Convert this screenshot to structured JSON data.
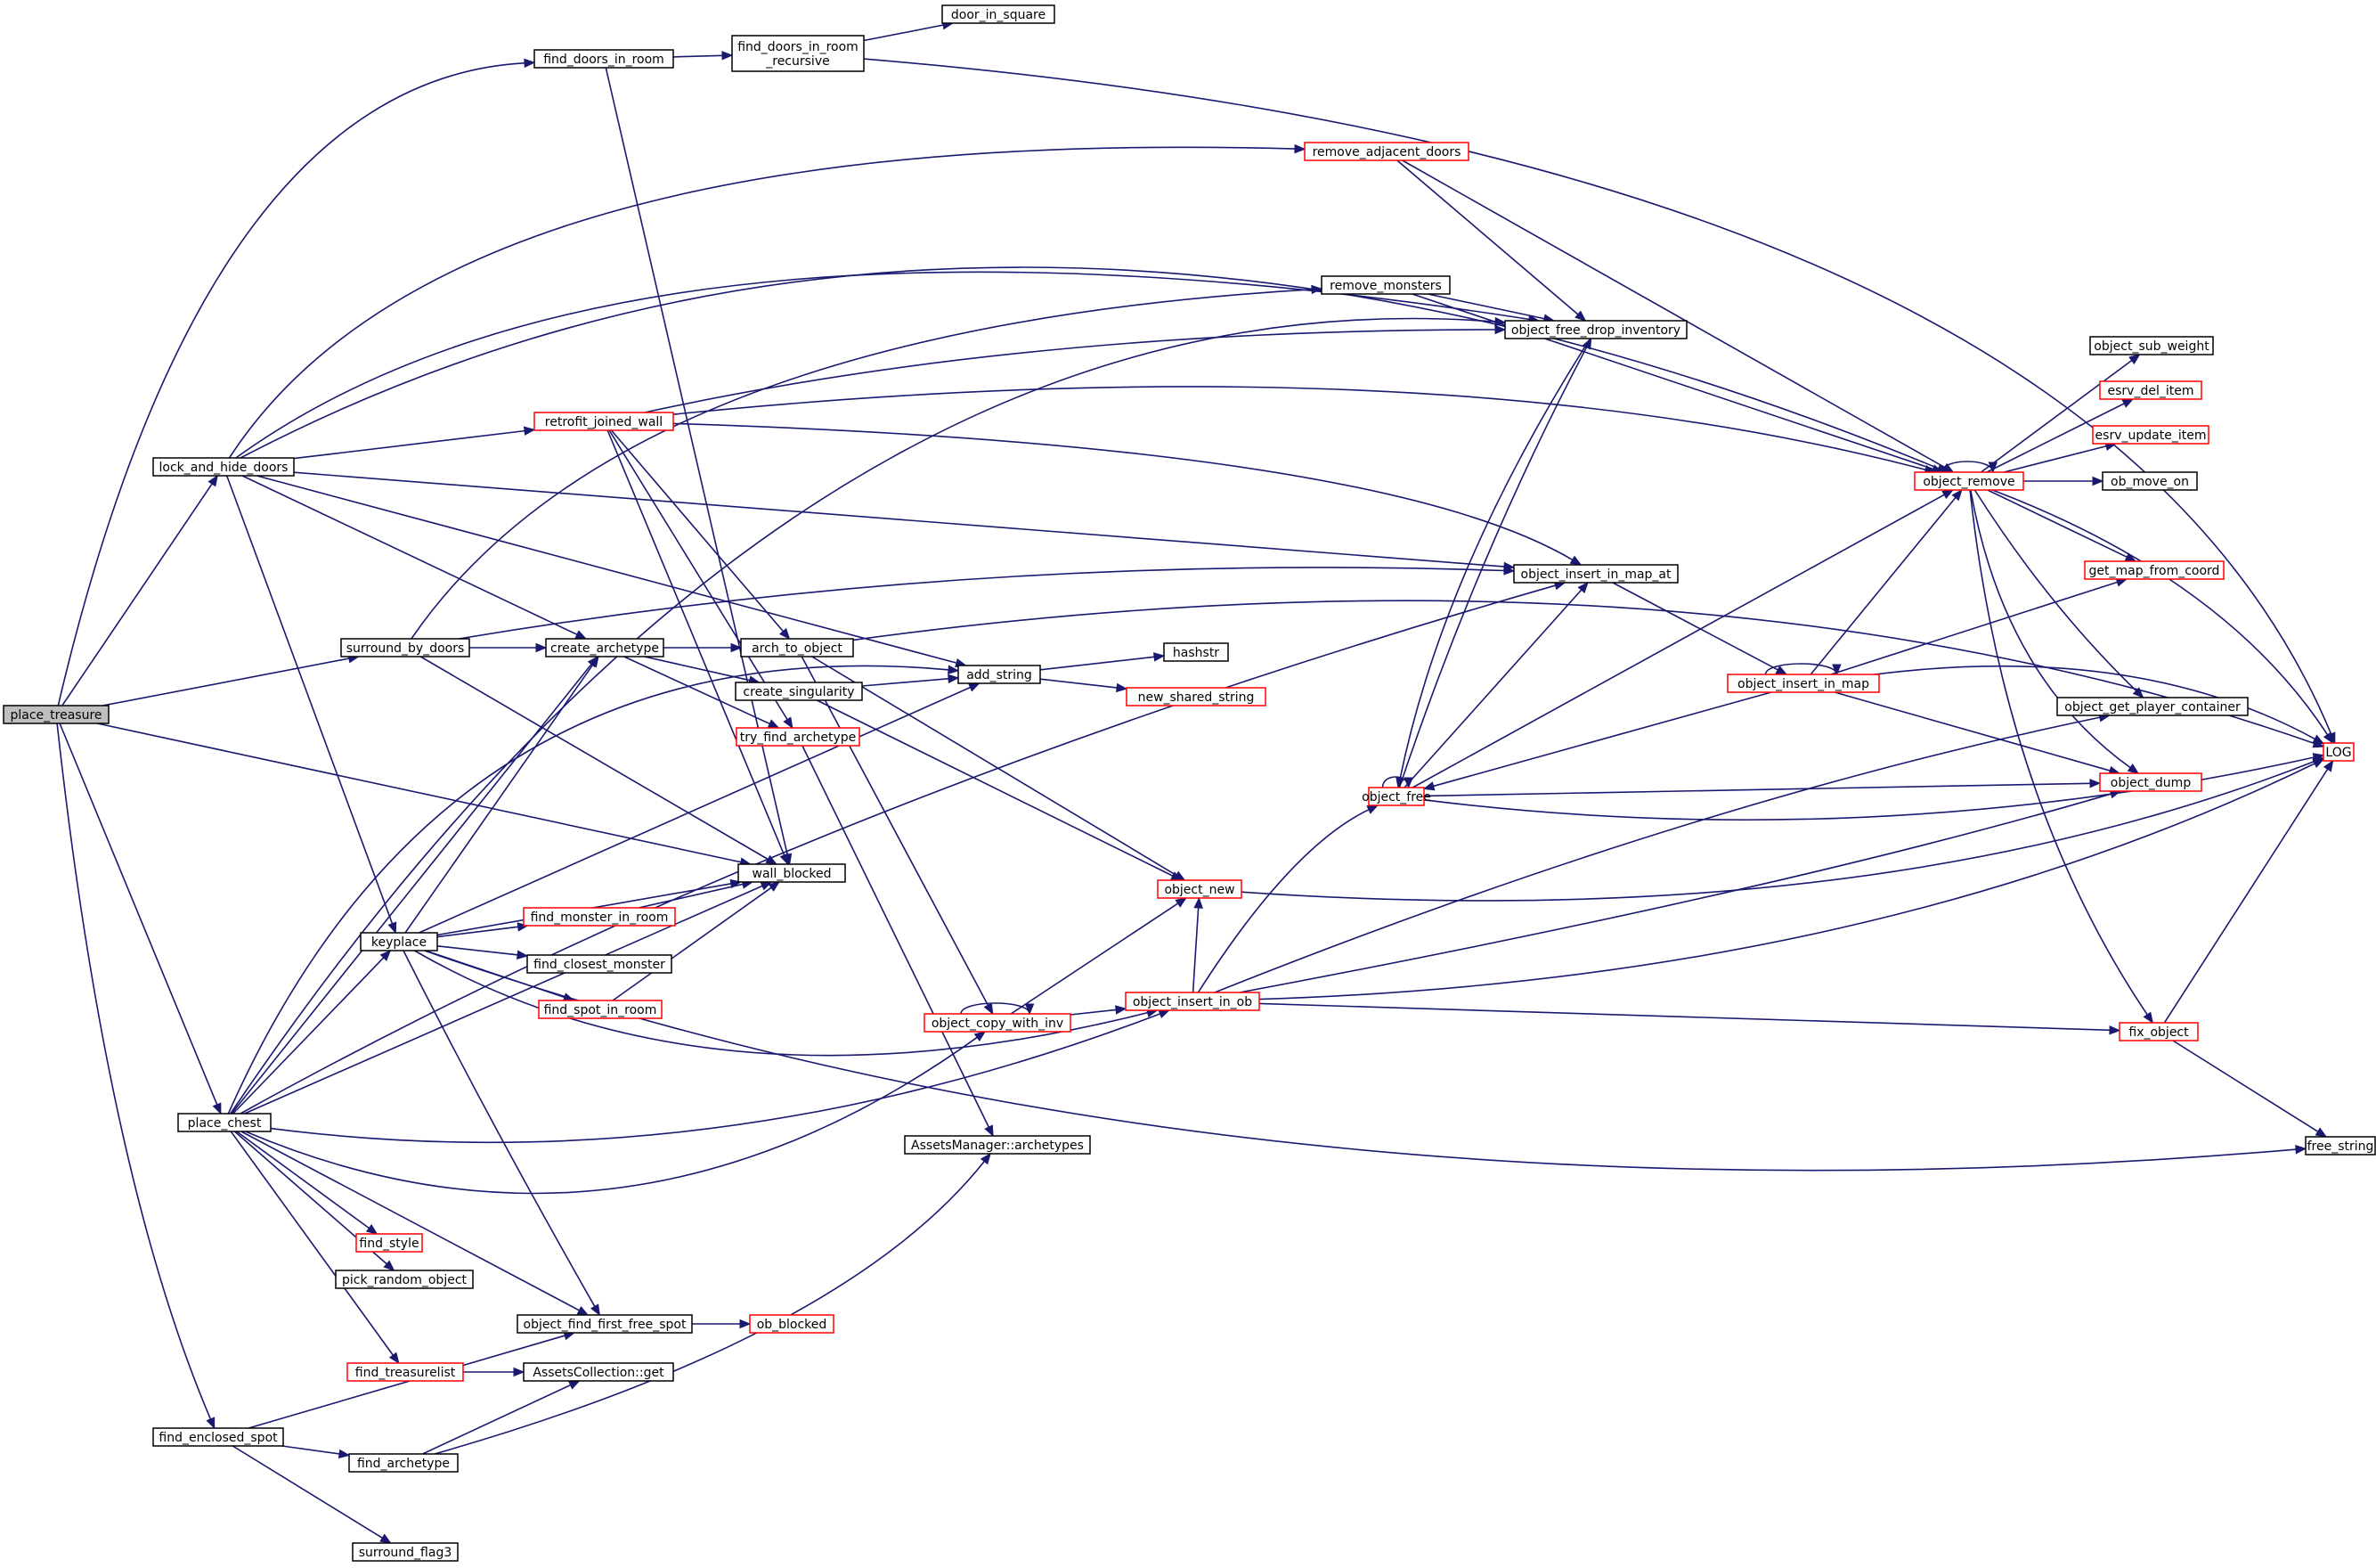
{
  "graph": {
    "root": "place_treasure",
    "nodes": {
      "place_treasure": {
        "label": "place_treasure",
        "highlight": "gray"
      },
      "find_doors_in_room": {
        "label": "find_doors_in_room"
      },
      "find_doors_in_room_recursive": {
        "label": "find_doors_in_room\n_recursive"
      },
      "door_in_square": {
        "label": "door_in_square"
      },
      "remove_adjacent_doors": {
        "label": "remove_adjacent_doors",
        "highlight": "red"
      },
      "remove_monsters": {
        "label": "remove_monsters"
      },
      "object_free_drop_inventory": {
        "label": "object_free_drop_inventory"
      },
      "object_sub_weight": {
        "label": "object_sub_weight"
      },
      "esrv_del_item": {
        "label": "esrv_del_item",
        "highlight": "red"
      },
      "esrv_update_item": {
        "label": "esrv_update_item",
        "highlight": "red"
      },
      "object_remove": {
        "label": "object_remove",
        "highlight": "red"
      },
      "ob_move_on": {
        "label": "ob_move_on"
      },
      "lock_and_hide_doors": {
        "label": "lock_and_hide_doors"
      },
      "retrofit_joined_wall": {
        "label": "retrofit_joined_wall",
        "highlight": "red"
      },
      "get_map_from_coord": {
        "label": "get_map_from_coord",
        "highlight": "red"
      },
      "object_insert_in_map_at": {
        "label": "object_insert_in_map_at"
      },
      "surround_by_doors": {
        "label": "surround_by_doors"
      },
      "create_archetype": {
        "label": "create_archetype"
      },
      "arch_to_object": {
        "label": "arch_to_object"
      },
      "hashstr": {
        "label": "hashstr"
      },
      "add_string": {
        "label": "add_string"
      },
      "create_singularity": {
        "label": "create_singularity"
      },
      "new_shared_string": {
        "label": "new_shared_string",
        "highlight": "red"
      },
      "object_insert_in_map": {
        "label": "object_insert_in_map",
        "highlight": "red"
      },
      "object_get_player_container": {
        "label": "object_get_player_container"
      },
      "try_find_archetype": {
        "label": "try_find_archetype",
        "highlight": "red"
      },
      "LOG": {
        "label": "LOG",
        "highlight": "red"
      },
      "object_free": {
        "label": "object_free",
        "highlight": "red"
      },
      "object_dump": {
        "label": "object_dump",
        "highlight": "red"
      },
      "wall_blocked": {
        "label": "wall_blocked"
      },
      "object_new": {
        "label": "object_new",
        "highlight": "red"
      },
      "find_monster_in_room": {
        "label": "find_monster_in_room",
        "highlight": "red"
      },
      "keyplace": {
        "label": "keyplace"
      },
      "find_closest_monster": {
        "label": "find_closest_monster"
      },
      "find_spot_in_room": {
        "label": "find_spot_in_room",
        "highlight": "red"
      },
      "object_insert_in_ob": {
        "label": "object_insert_in_ob",
        "highlight": "red"
      },
      "object_copy_with_inv": {
        "label": "object_copy_with_inv",
        "highlight": "red"
      },
      "fix_object": {
        "label": "fix_object",
        "highlight": "red"
      },
      "place_chest": {
        "label": "place_chest"
      },
      "AssetsManager_archetypes": {
        "label": "AssetsManager::archetypes"
      },
      "free_string": {
        "label": "free_string"
      },
      "find_style": {
        "label": "find_style",
        "highlight": "red"
      },
      "pick_random_object": {
        "label": "pick_random_object"
      },
      "object_find_first_free_spot": {
        "label": "object_find_first_free_spot"
      },
      "ob_blocked": {
        "label": "ob_blocked",
        "highlight": "red"
      },
      "find_treasurelist": {
        "label": "find_treasurelist",
        "highlight": "red"
      },
      "AssetsCollection_get": {
        "label": "AssetsCollection::get"
      },
      "find_enclosed_spot": {
        "label": "find_enclosed_spot"
      },
      "find_archetype": {
        "label": "find_archetype"
      },
      "surround_flag3": {
        "label": "surround_flag3"
      }
    },
    "edges": [
      [
        "place_treasure",
        "find_doors_in_room"
      ],
      [
        "place_treasure",
        "lock_and_hide_doors"
      ],
      [
        "place_treasure",
        "surround_by_doors"
      ],
      [
        "place_treasure",
        "wall_blocked"
      ],
      [
        "place_treasure",
        "place_chest"
      ],
      [
        "place_treasure",
        "find_enclosed_spot"
      ],
      [
        "find_doors_in_room",
        "find_doors_in_room_recursive"
      ],
      [
        "find_doors_in_room",
        "wall_blocked"
      ],
      [
        "find_doors_in_room_recursive",
        "door_in_square"
      ],
      [
        "find_doors_in_room_recursive",
        "LOG"
      ],
      [
        "lock_and_hide_doors",
        "remove_adjacent_doors"
      ],
      [
        "lock_and_hide_doors",
        "object_remove"
      ],
      [
        "lock_and_hide_doors",
        "object_free_drop_inventory"
      ],
      [
        "lock_and_hide_doors",
        "retrofit_joined_wall"
      ],
      [
        "lock_and_hide_doors",
        "object_insert_in_map_at"
      ],
      [
        "lock_and_hide_doors",
        "create_archetype"
      ],
      [
        "lock_and_hide_doors",
        "add_string"
      ],
      [
        "lock_and_hide_doors",
        "keyplace"
      ],
      [
        "remove_adjacent_doors",
        "object_free_drop_inventory"
      ],
      [
        "remove_adjacent_doors",
        "object_remove"
      ],
      [
        "remove_monsters",
        "object_free_drop_inventory"
      ],
      [
        "remove_monsters",
        "object_remove"
      ],
      [
        "retrofit_joined_wall",
        "object_free_drop_inventory"
      ],
      [
        "retrofit_joined_wall",
        "object_remove"
      ],
      [
        "retrofit_joined_wall",
        "object_insert_in_map_at"
      ],
      [
        "retrofit_joined_wall",
        "arch_to_object"
      ],
      [
        "retrofit_joined_wall",
        "try_find_archetype"
      ],
      [
        "retrofit_joined_wall",
        "wall_blocked"
      ],
      [
        "surround_by_doors",
        "remove_monsters"
      ],
      [
        "surround_by_doors",
        "object_insert_in_map_at"
      ],
      [
        "surround_by_doors",
        "create_archetype"
      ],
      [
        "surround_by_doors",
        "wall_blocked"
      ],
      [
        "create_archetype",
        "arch_to_object"
      ],
      [
        "create_archetype",
        "create_singularity"
      ],
      [
        "create_archetype",
        "try_find_archetype"
      ],
      [
        "arch_to_object",
        "LOG"
      ],
      [
        "arch_to_object",
        "object_new"
      ],
      [
        "arch_to_object",
        "object_copy_with_inv"
      ],
      [
        "create_singularity",
        "add_string"
      ],
      [
        "create_singularity",
        "object_new"
      ],
      [
        "add_string",
        "hashstr"
      ],
      [
        "add_string",
        "new_shared_string"
      ],
      [
        "try_find_archetype",
        "AssetsManager_archetypes"
      ],
      [
        "object_remove",
        "object_remove"
      ],
      [
        "object_remove",
        "object_sub_weight"
      ],
      [
        "object_remove",
        "esrv_del_item"
      ],
      [
        "object_remove",
        "esrv_update_item"
      ],
      [
        "object_remove",
        "ob_move_on"
      ],
      [
        "object_remove",
        "get_map_from_coord"
      ],
      [
        "object_remove",
        "object_get_player_container"
      ],
      [
        "object_remove",
        "LOG"
      ],
      [
        "object_remove",
        "object_dump"
      ],
      [
        "object_remove",
        "fix_object"
      ],
      [
        "object_insert_in_map_at",
        "object_insert_in_map"
      ],
      [
        "object_insert_in_map",
        "object_insert_in_map"
      ],
      [
        "object_insert_in_map",
        "object_remove"
      ],
      [
        "object_insert_in_map",
        "get_map_from_coord"
      ],
      [
        "object_insert_in_map",
        "LOG"
      ],
      [
        "object_insert_in_map",
        "object_dump"
      ],
      [
        "object_insert_in_map",
        "object_free"
      ],
      [
        "object_free",
        "object_free"
      ],
      [
        "object_free",
        "object_free_drop_inventory"
      ],
      [
        "object_free",
        "object_remove"
      ],
      [
        "object_free",
        "object_insert_in_map_at"
      ],
      [
        "object_free",
        "object_dump"
      ],
      [
        "object_free",
        "LOG"
      ],
      [
        "object_free_drop_inventory",
        "object_free"
      ],
      [
        "object_new",
        "LOG"
      ],
      [
        "object_insert_in_ob",
        "object_free"
      ],
      [
        "object_insert_in_ob",
        "object_get_player_container"
      ],
      [
        "object_insert_in_ob",
        "object_dump"
      ],
      [
        "object_insert_in_ob",
        "LOG"
      ],
      [
        "object_insert_in_ob",
        "fix_object"
      ],
      [
        "object_insert_in_ob",
        "object_new"
      ],
      [
        "object_copy_with_inv",
        "object_copy_with_inv"
      ],
      [
        "object_copy_with_inv",
        "object_new"
      ],
      [
        "object_copy_with_inv",
        "object_insert_in_ob"
      ],
      [
        "fix_object",
        "LOG"
      ],
      [
        "fix_object",
        "free_string"
      ],
      [
        "keyplace",
        "create_archetype"
      ],
      [
        "keyplace",
        "add_string"
      ],
      [
        "keyplace",
        "wall_blocked"
      ],
      [
        "keyplace",
        "find_monster_in_room"
      ],
      [
        "keyplace",
        "find_closest_monster"
      ],
      [
        "keyplace",
        "find_spot_in_room"
      ],
      [
        "keyplace",
        "object_insert_in_ob"
      ],
      [
        "keyplace",
        "object_find_first_free_spot"
      ],
      [
        "keyplace",
        "free_string"
      ],
      [
        "find_monster_in_room",
        "wall_blocked"
      ],
      [
        "find_spot_in_room",
        "wall_blocked"
      ],
      [
        "place_chest",
        "add_string"
      ],
      [
        "place_chest",
        "create_archetype"
      ],
      [
        "place_chest",
        "object_free_drop_inventory"
      ],
      [
        "place_chest",
        "object_insert_in_map_at"
      ],
      [
        "place_chest",
        "wall_blocked"
      ],
      [
        "place_chest",
        "keyplace"
      ],
      [
        "place_chest",
        "object_copy_with_inv"
      ],
      [
        "place_chest",
        "object_insert_in_ob"
      ],
      [
        "place_chest",
        "find_style"
      ],
      [
        "place_chest",
        "pick_random_object"
      ],
      [
        "place_chest",
        "object_find_first_free_spot"
      ],
      [
        "place_chest",
        "find_treasurelist"
      ],
      [
        "object_find_first_free_spot",
        "ob_blocked"
      ],
      [
        "find_treasurelist",
        "AssetsCollection_get"
      ],
      [
        "find_enclosed_spot",
        "object_find_first_free_spot"
      ],
      [
        "find_enclosed_spot",
        "find_archetype"
      ],
      [
        "find_enclosed_spot",
        "surround_flag3"
      ],
      [
        "find_archetype",
        "AssetsCollection_get"
      ],
      [
        "find_archetype",
        "AssetsManager_archetypes"
      ]
    ]
  }
}
